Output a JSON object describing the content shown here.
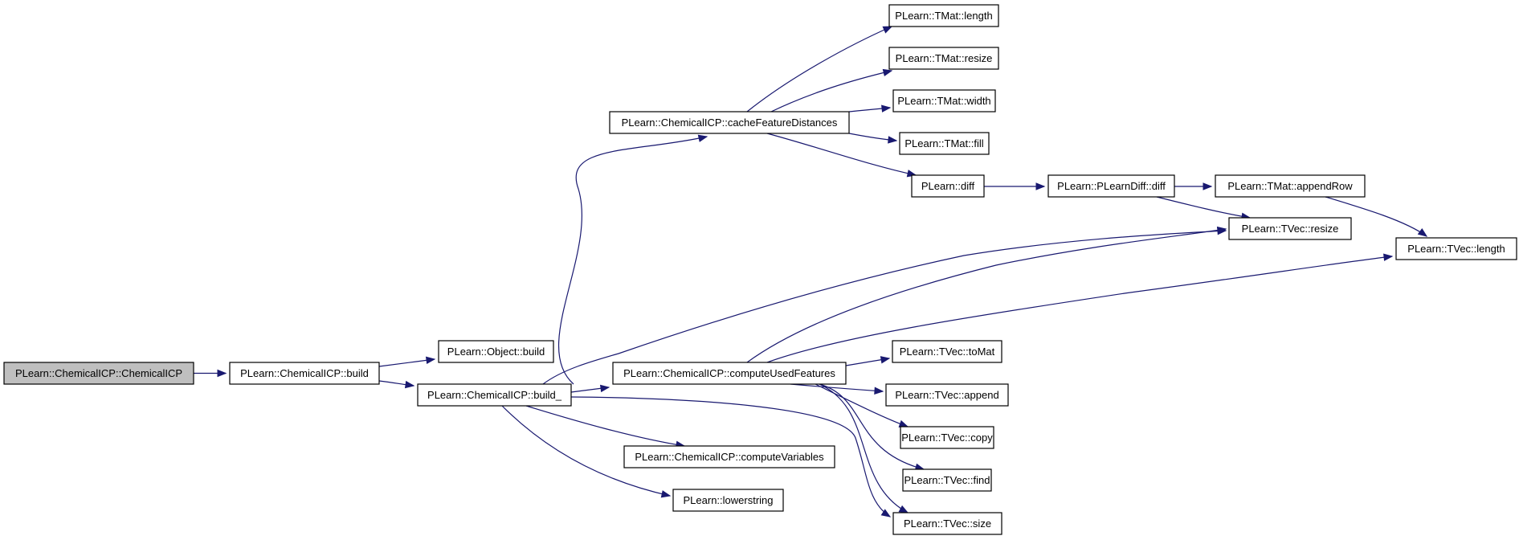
{
  "diagram": {
    "type": "call-graph",
    "nodes": [
      {
        "id": "n_root",
        "label": "PLearn::ChemicalICP::ChemicalICP",
        "highlighted": true
      },
      {
        "id": "n_build",
        "label": "PLearn::ChemicalICP::build"
      },
      {
        "id": "n_objbuild",
        "label": "PLearn::Object::build"
      },
      {
        "id": "n_build_",
        "label": "PLearn::ChemicalICP::build_"
      },
      {
        "id": "n_cache",
        "label": "PLearn::ChemicalICP::cacheFeatureDistances"
      },
      {
        "id": "n_mlength",
        "label": "PLearn::TMat::length"
      },
      {
        "id": "n_mresize",
        "label": "PLearn::TMat::resize"
      },
      {
        "id": "n_mwidth",
        "label": "PLearn::TMat::width"
      },
      {
        "id": "n_mfill",
        "label": "PLearn::TMat::fill"
      },
      {
        "id": "n_diff",
        "label": "PLearn::diff"
      },
      {
        "id": "n_pldiff",
        "label": "PLearn::PLearnDiff::diff"
      },
      {
        "id": "n_appendrow",
        "label": "PLearn::TMat::appendRow"
      },
      {
        "id": "n_vresize",
        "label": "PLearn::TVec::resize"
      },
      {
        "id": "n_vlength",
        "label": "PLearn::TVec::length"
      },
      {
        "id": "n_cuf",
        "label": "PLearn::ChemicalICP::computeUsedFeatures"
      },
      {
        "id": "n_tomat",
        "label": "PLearn::TVec::toMat"
      },
      {
        "id": "n_append",
        "label": "PLearn::TVec::append"
      },
      {
        "id": "n_copy",
        "label": "PLearn::TVec::copy"
      },
      {
        "id": "n_find",
        "label": "PLearn::TVec::find"
      },
      {
        "id": "n_size",
        "label": "PLearn::TVec::size"
      },
      {
        "id": "n_cvars",
        "label": "PLearn::ChemicalICP::computeVariables"
      },
      {
        "id": "n_lower",
        "label": "PLearn::lowerstring"
      }
    ],
    "edges": [
      {
        "from": "n_root",
        "to": "n_build"
      },
      {
        "from": "n_build",
        "to": "n_objbuild"
      },
      {
        "from": "n_build",
        "to": "n_build_"
      },
      {
        "from": "n_build_",
        "to": "n_cache"
      },
      {
        "from": "n_build_",
        "to": "n_vresize"
      },
      {
        "from": "n_build_",
        "to": "n_cuf"
      },
      {
        "from": "n_build_",
        "to": "n_cvars"
      },
      {
        "from": "n_build_",
        "to": "n_lower"
      },
      {
        "from": "n_build_",
        "to": "n_size"
      },
      {
        "from": "n_cache",
        "to": "n_mlength"
      },
      {
        "from": "n_cache",
        "to": "n_mresize"
      },
      {
        "from": "n_cache",
        "to": "n_mwidth"
      },
      {
        "from": "n_cache",
        "to": "n_mfill"
      },
      {
        "from": "n_cache",
        "to": "n_diff"
      },
      {
        "from": "n_diff",
        "to": "n_pldiff"
      },
      {
        "from": "n_pldiff",
        "to": "n_appendrow"
      },
      {
        "from": "n_pldiff",
        "to": "n_vresize"
      },
      {
        "from": "n_appendrow",
        "to": "n_vlength"
      },
      {
        "from": "n_cuf",
        "to": "n_vresize"
      },
      {
        "from": "n_cuf",
        "to": "n_vlength"
      },
      {
        "from": "n_cuf",
        "to": "n_tomat"
      },
      {
        "from": "n_cuf",
        "to": "n_append"
      },
      {
        "from": "n_cuf",
        "to": "n_copy"
      },
      {
        "from": "n_cuf",
        "to": "n_find"
      },
      {
        "from": "n_cuf",
        "to": "n_size"
      }
    ]
  },
  "colors": {
    "edge": "#191970",
    "node_border": "#000000",
    "node_fill": "#ffffff",
    "root_fill": "#bfbfbf"
  }
}
